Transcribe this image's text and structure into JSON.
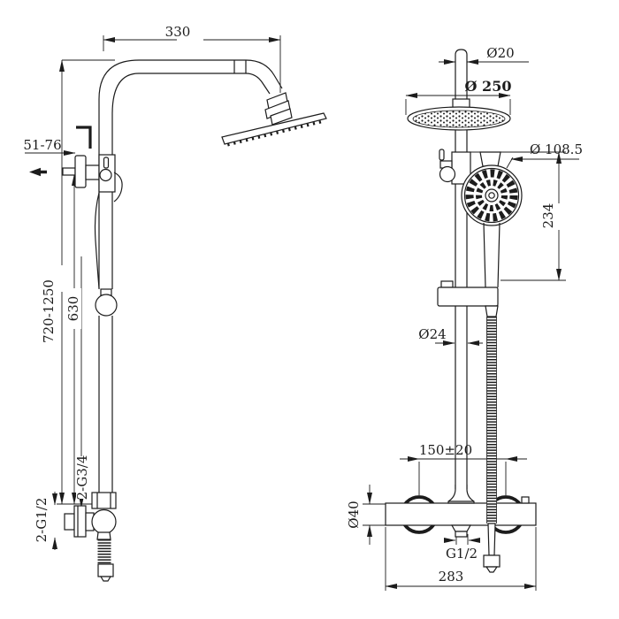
{
  "figure": {
    "type": "technical-drawing",
    "subject": "thermostatic shower column with rain head and hand shower, side and front views",
    "background": "#ffffff",
    "line_color": "#1c1c1c"
  },
  "labels": {
    "arm_length": "330",
    "wall_offset": "51-76",
    "height_range": "720-1250",
    "rail_length": "630",
    "union_thread": "2-G3/4",
    "inlet_thread": "2-G1/2",
    "top_pipe_dia": "Ø20",
    "head_dia": "Ø 250",
    "hand_shower_dia": "Ø 108.5",
    "hand_shower_length": "234",
    "riser_dia": "Ø24",
    "inlet_spacing": "150±20",
    "valve_body_dia": "Ø40",
    "outlet_thread": "G1/2",
    "valve_width": "283"
  }
}
